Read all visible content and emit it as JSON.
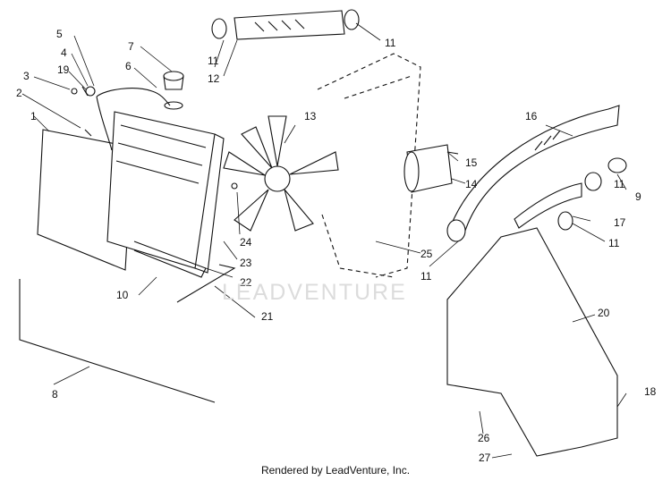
{
  "diagram": {
    "callouts": [
      "1",
      "2",
      "3",
      "4",
      "5",
      "6",
      "7",
      "8",
      "9",
      "10",
      "11",
      "11",
      "11",
      "11",
      "11",
      "11",
      "12",
      "13",
      "14",
      "15",
      "16",
      "17",
      "18",
      "19",
      "20",
      "21",
      "22",
      "23",
      "24",
      "25",
      "26",
      "27"
    ]
  },
  "watermark": "LEADVENTURE",
  "footer": "Rendered by LeadVenture, Inc."
}
